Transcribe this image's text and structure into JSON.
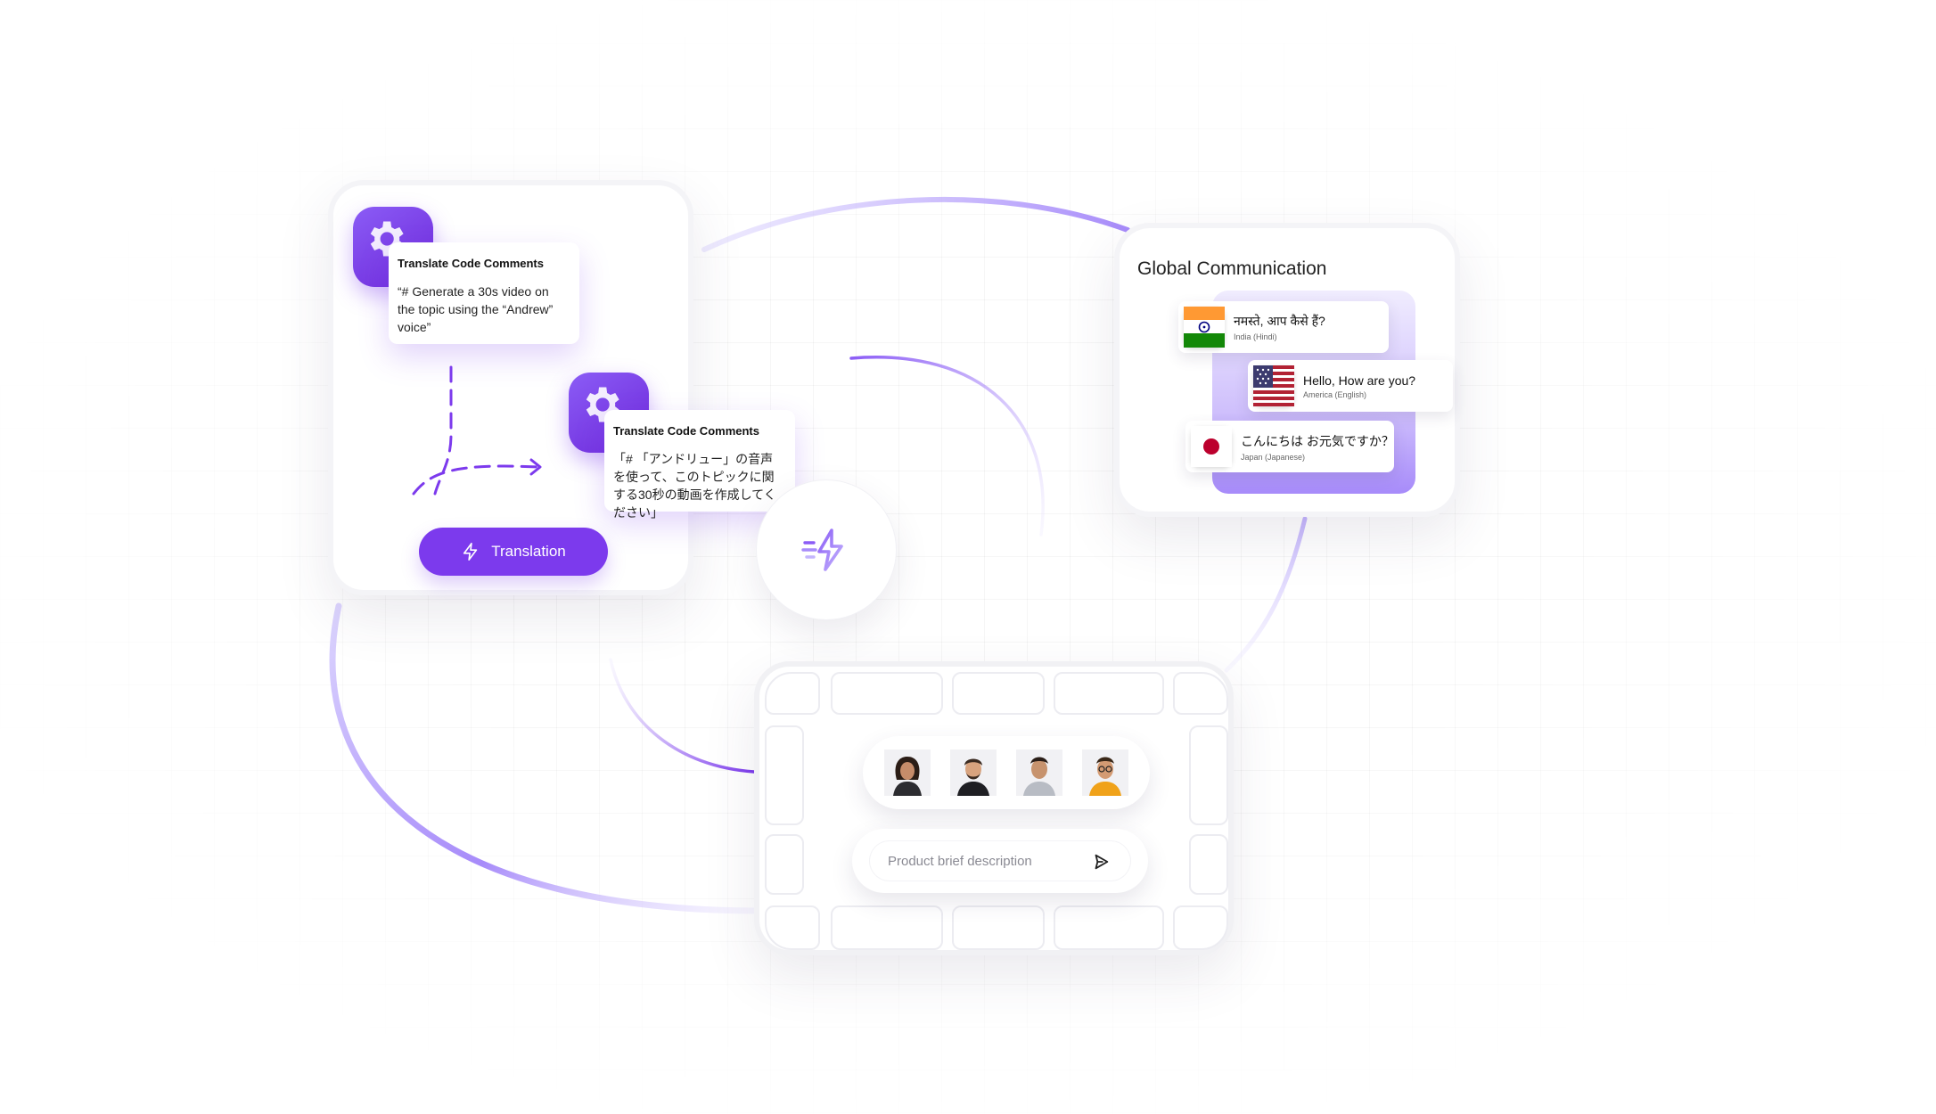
{
  "colors": {
    "accent": "#7c3aed",
    "accent_light": "#c4b5fd",
    "background": "#ffffff"
  },
  "left_card": {
    "note1": {
      "title": "Translate Code Comments",
      "body": "“# Generate a 30s video on the topic using the “Andrew” voice”"
    },
    "note2": {
      "title": "Translate Code Comments",
      "body": "「# 「アンドリュー」の音声を使って、このトピックに関する30秒の動画を作成してください」"
    },
    "button_label": "Translation",
    "icons": [
      "gear-icon",
      "lightning-icon",
      "dashed-arrow-icon"
    ]
  },
  "center": {
    "icon": "fast-lightning-icon"
  },
  "global_communication": {
    "title": "Global Communication",
    "messages": [
      {
        "text": "नमस्ते, आप कैसे हैं?",
        "sub": "India (Hindi)",
        "flag": "india-flag-icon"
      },
      {
        "text": "Hello, How are you?",
        "sub": "America (English)",
        "flag": "usa-flag-icon"
      },
      {
        "text": "こんにちは お元気ですか？",
        "sub": "Japan (Japanese)",
        "flag": "japan-flag-icon"
      }
    ]
  },
  "meeting_panel": {
    "participants": [
      "avatar-woman",
      "avatar-man-beard",
      "avatar-man-smile",
      "avatar-man-glasses"
    ],
    "input_placeholder": "Product brief description",
    "input_value": "",
    "send_icon": "send-icon"
  }
}
